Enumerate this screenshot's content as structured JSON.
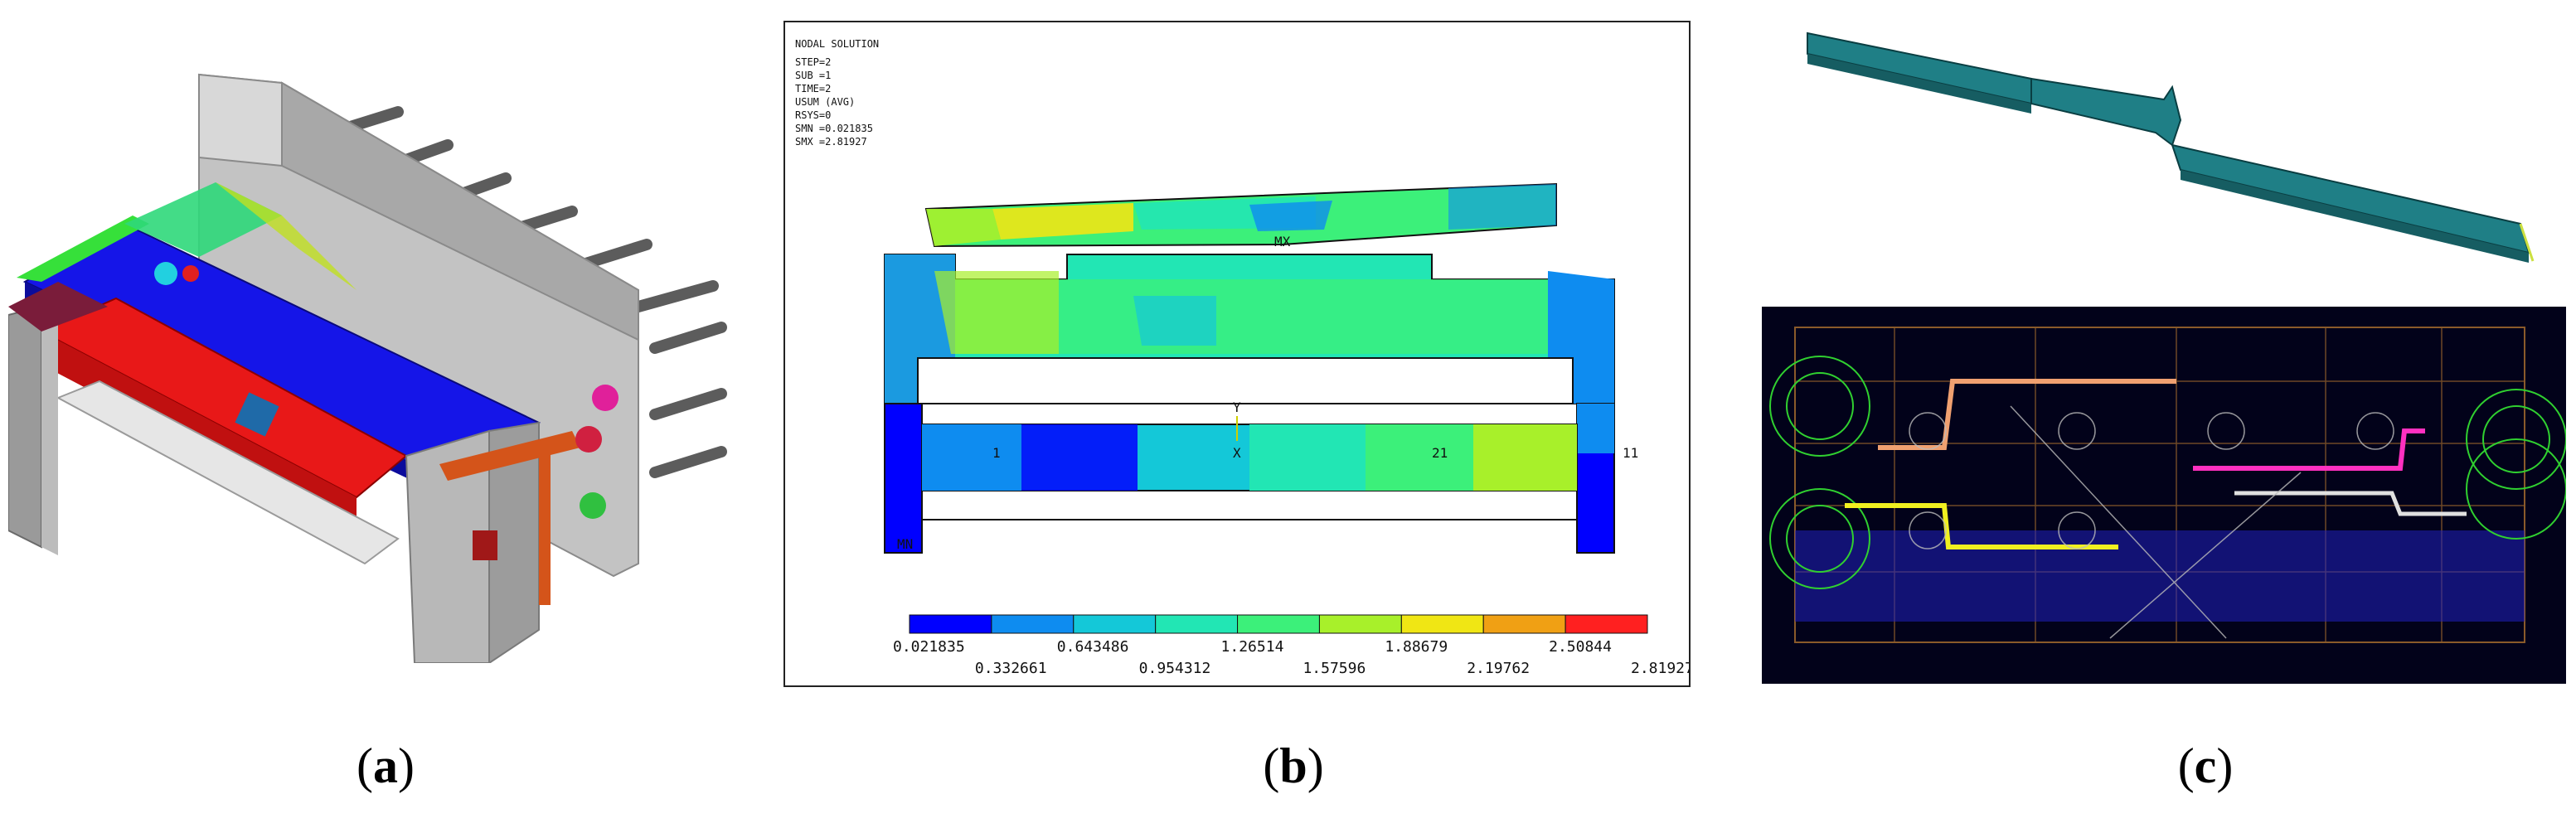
{
  "captions": {
    "a": "a",
    "b": "b",
    "c": "c"
  },
  "solution_header": {
    "title": "NODAL SOLUTION",
    "lines": [
      "STEP=2",
      "SUB =1",
      "TIME=2",
      "USUM     (AVG)",
      "RSYS=0",
      "SMN =0.021835",
      "SMX =2.81927"
    ]
  },
  "node_labels": {
    "mx": "MX",
    "mn": "MN",
    "x": "X",
    "y": "Y",
    "n21": "21",
    "n11": "11",
    "n1": "1"
  },
  "legend": {
    "colors": [
      "#0000ff",
      "#0e8cf0",
      "#14c8d8",
      "#22e6b4",
      "#3cf07a",
      "#a8f02a",
      "#f0e614",
      "#f0a014",
      "#ff2020"
    ],
    "labels_top": [
      "0.021835",
      "0.643486",
      "1.26514",
      "1.88679",
      "2.50844"
    ],
    "labels_bottom": [
      "0.332661",
      "0.954312",
      "1.57596",
      "2.19762",
      "2.81927"
    ]
  },
  "colors": {
    "model_gray": "#b4b4b4",
    "contour_blue": "#1515e8",
    "red_part": "#e81818",
    "mesh_teal": "#1f7f86",
    "cad_background": "#02021a",
    "pin_gray": "#6c6c6c"
  }
}
